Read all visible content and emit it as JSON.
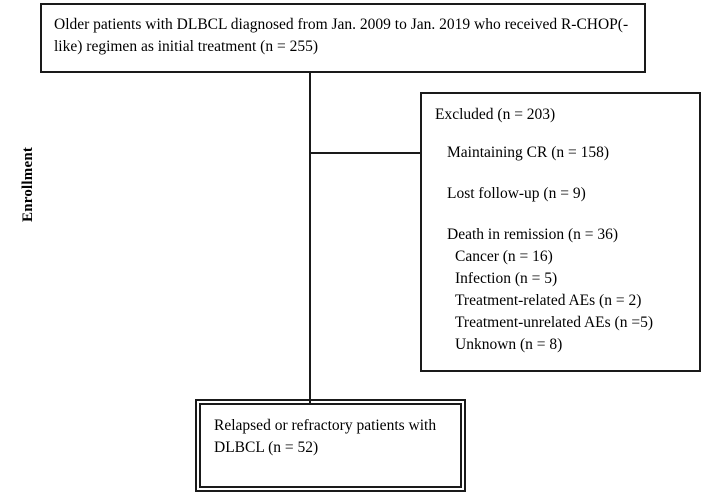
{
  "chart_data": {
    "type": "diagram",
    "diagram_kind": "consort-patient-flow",
    "title": "",
    "stages": [
      "Enrollment"
    ],
    "nodes": [
      {
        "id": "enrolled",
        "text": "Older patients with DLBCL diagnosed from Jan. 2009 to Jan. 2019 who received R-CHOP(-like) regimen as initial treatment (n = 255)",
        "n": 255
      },
      {
        "id": "excluded",
        "text": "Excluded (n = 203)",
        "n": 203,
        "children": [
          {
            "text": "Maintaining CR (n = 158)",
            "n": 158
          },
          {
            "text": "Lost follow-up (n = 9)",
            "n": 9
          },
          {
            "text": "Death in remission (n = 36)",
            "n": 36,
            "children": [
              {
                "text": "Cancer (n = 16)",
                "n": 16
              },
              {
                "text": "Infection (n = 5)",
                "n": 5
              },
              {
                "text": "Treatment-related AEs (n = 2)",
                "n": 2
              },
              {
                "text": "Treatment-unrelated AEs (n =5)",
                "n": 5
              },
              {
                "text": "Unknown (n = 8)",
                "n": 8
              }
            ]
          }
        ]
      },
      {
        "id": "outcome",
        "text": "Relapsed or refractory patients with DLBCL (n = 52)",
        "n": 52
      }
    ],
    "edges": [
      {
        "from": "enrolled",
        "to": "excluded",
        "style": "elbow"
      },
      {
        "from": "enrolled",
        "to": "outcome",
        "style": "straight"
      }
    ]
  },
  "stage": {
    "enrollment_label": "Enrollment"
  },
  "enrolled_box": {
    "text": "Older patients with DLBCL diagnosed from Jan. 2009 to Jan. 2019 who received R-CHOP(-like) regimen as initial treatment (n = 255)"
  },
  "excluded_box": {
    "heading": "Excluded (n = 203)",
    "maintaining_cr": "Maintaining CR (n = 158)",
    "lost_followup": "Lost follow-up (n = 9)",
    "death_in_remission": "Death in remission (n = 36)",
    "causes": [
      "Cancer (n = 16)",
      "Infection (n = 5)",
      "Treatment-related AEs (n = 2)",
      "Treatment-unrelated AEs (n =5)",
      "Unknown (n = 8)"
    ]
  },
  "outcome_box": {
    "text": "Relapsed or refractory patients with DLBCL (n = 52)"
  },
  "colors": {
    "border": "#1a1a1a",
    "text": "#000000",
    "background": "#ffffff"
  }
}
